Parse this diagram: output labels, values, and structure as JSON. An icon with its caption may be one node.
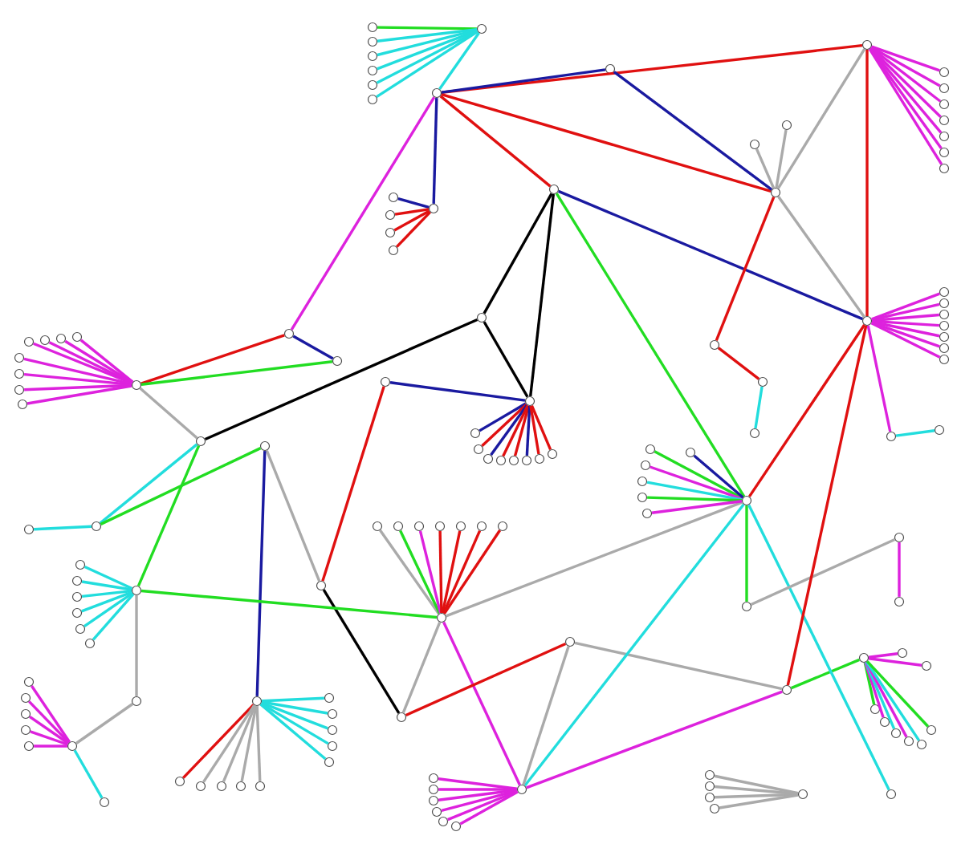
{
  "diagram": {
    "nodes": [
      {
        "text": [],
        "shape": "circle"
      },
      {
        "text": [],
        "shape": "circle"
      },
      {
        "text": [],
        "shape": "circle"
      },
      {
        "text": [],
        "shape": "circle"
      },
      {
        "text": [],
        "shape": "circle"
      },
      {
        "text": [],
        "shape": "circle"
      },
      {
        "text": [],
        "shape": "circle"
      },
      {
        "text": [],
        "shape": "circle"
      },
      {
        "text": [],
        "shape": "circle"
      },
      {
        "text": [],
        "shape": "circle"
      },
      {
        "text": [],
        "shape": "circle"
      },
      {
        "text": [],
        "shape": "circle"
      },
      {
        "text": [],
        "shape": "circle"
      },
      {
        "text": [],
        "shape": "circle"
      },
      {
        "text": [],
        "shape": "circle"
      },
      {
        "text": [],
        "shape": "circle"
      },
      {
        "text": [],
        "shape": "circle"
      },
      {
        "text": [],
        "shape": "circle"
      },
      {
        "text": [],
        "shape": "circle"
      },
      {
        "text": [],
        "shape": "circle"
      },
      {
        "text": [],
        "shape": "circle"
      },
      {
        "text": [],
        "shape": "circle"
      },
      {
        "text": [],
        "shape": "circle"
      },
      {
        "text": [],
        "shape": "circle"
      },
      {
        "text": [],
        "shape": "circle"
      },
      {
        "text": [],
        "shape": "circle"
      },
      {
        "text": [],
        "shape": "circle"
      },
      {
        "text": [],
        "shape": "circle"
      },
      {
        "text": [],
        "shape": "circle"
      },
      {
        "text": [],
        "shape": "circle"
      },
      {
        "text": [],
        "shape": "circle"
      },
      {
        "text": [],
        "shape": "circle"
      },
      {
        "text": [],
        "shape": "circle"
      },
      {
        "text": [],
        "shape": "circle"
      },
      {
        "text": [],
        "shape": "circle"
      },
      {
        "text": [],
        "shape": "circle"
      },
      {
        "text": [],
        "shape": "circle"
      },
      {
        "text": [],
        "shape": "circle"
      },
      {
        "text": [],
        "shape": "circle"
      },
      {
        "text": [],
        "shape": "circle"
      },
      {
        "text": [],
        "shape": "circle"
      },
      {
        "text": [],
        "shape": "circle"
      },
      {
        "text": [],
        "shape": "circle"
      },
      {
        "text": [],
        "shape": "circle"
      },
      {
        "text": [],
        "shape": "circle"
      },
      {
        "text": [],
        "shape": "circle"
      },
      {
        "text": [],
        "shape": "circle"
      },
      {
        "text": [],
        "shape": "circle"
      },
      {
        "text": [],
        "shape": "circle"
      },
      {
        "text": [],
        "shape": "circle"
      },
      {
        "text": [],
        "shape": "circle"
      },
      {
        "text": [],
        "shape": "circle"
      },
      {
        "text": [],
        "shape": "circle"
      },
      {
        "text": [],
        "shape": "circle"
      },
      {
        "text": [],
        "shape": "circle"
      },
      {
        "text": [],
        "shape": "circle"
      },
      {
        "text": [],
        "shape": "circle"
      },
      {
        "text": [],
        "shape": "circle"
      },
      {
        "text": [],
        "shape": "circle"
      },
      {
        "text": [],
        "shape": "circle"
      },
      {
        "text": [],
        "shape": "circle"
      },
      {
        "text": [],
        "shape": "circle"
      },
      {
        "text": [],
        "shape": "circle"
      },
      {
        "text": [],
        "shape": "circle"
      },
      {
        "text": [],
        "shape": "circle"
      },
      {
        "text": [],
        "shape": "circle"
      },
      {
        "text": [],
        "shape": "circle"
      },
      {
        "text": [],
        "shape": "circle"
      },
      {
        "text": [],
        "shape": "circle"
      },
      {
        "text": [],
        "shape": "circle"
      },
      {
        "text": [],
        "shape": "circle"
      },
      {
        "text": [],
        "shape": "circle"
      },
      {
        "text": [],
        "shape": "circle"
      },
      {
        "text": [],
        "shape": "circle"
      },
      {
        "text": [],
        "shape": "circle"
      },
      {
        "text": [],
        "shape": "circle"
      },
      {
        "text": [],
        "shape": "circle"
      },
      {
        "text": [],
        "shape": "circle"
      },
      {
        "text": [],
        "shape": "circle"
      },
      {
        "text": [],
        "shape": "circle"
      },
      {
        "text": [],
        "shape": "circle"
      },
      {
        "text": [],
        "shape": "circle"
      },
      {
        "text": [],
        "shape": "circle"
      },
      {
        "text": [],
        "shape": "circle"
      },
      {
        "text": [],
        "shape": "circle"
      },
      {
        "text": [],
        "shape": "circle"
      },
      {
        "text": [],
        "shape": "circle"
      },
      {
        "text": [],
        "shape": "circle"
      },
      {
        "text": [],
        "shape": "circle"
      },
      {
        "text": [],
        "shape": "circle"
      },
      {
        "text": [],
        "shape": "circle"
      },
      {
        "text": [],
        "shape": "circle"
      },
      {
        "text": [],
        "shape": "circle"
      },
      {
        "text": [],
        "shape": "circle"
      },
      {
        "text": [],
        "shape": "circle"
      },
      {
        "text": [],
        "shape": "circle"
      },
      {
        "text": [],
        "shape": "circle"
      },
      {
        "text": [],
        "shape": "circle"
      },
      {
        "text": [],
        "shape": "circle"
      },
      {
        "text": [],
        "shape": "circle"
      },
      {
        "text": [],
        "shape": "circle"
      },
      {
        "text": [],
        "shape": "circle"
      },
      {
        "text": [],
        "shape": "circle"
      },
      {
        "text": [],
        "shape": "circle"
      },
      {
        "text": [],
        "shape": "circle"
      },
      {
        "text": [],
        "shape": "circle"
      },
      {
        "text": [],
        "shape": "circle"
      },
      {
        "text": [],
        "shape": "circle"
      },
      {
        "text": [],
        "shape": "circle"
      },
      {
        "text": [],
        "shape": "circle"
      },
      {
        "text": [],
        "shape": "circle"
      },
      {
        "text": [],
        "shape": "circle"
      },
      {
        "text": [],
        "shape": "circle"
      },
      {
        "text": [],
        "shape": "circle"
      },
      {
        "text": [],
        "shape": "circle"
      },
      {
        "text": [],
        "shape": "circle"
      },
      {
        "text": [],
        "shape": "circle"
      },
      {
        "text": [],
        "shape": "circle"
      },
      {
        "text": [],
        "shape": "circle"
      },
      {
        "text": [],
        "shape": "circle"
      },
      {
        "text": [],
        "shape": "circle"
      },
      {
        "text": [],
        "shape": "circle"
      },
      {
        "text": [],
        "shape": "circle"
      },
      {
        "text": [],
        "shape": "circle"
      },
      {
        "text": [],
        "shape": "circle"
      },
      {
        "text": [],
        "shape": "circle"
      },
      {
        "text": [],
        "shape": "circle"
      },
      {
        "text": [],
        "shape": "circle"
      },
      {
        "text": [],
        "shape": "circle"
      },
      {
        "text": [],
        "shape": "circle"
      },
      {
        "text": [],
        "shape": "circle"
      },
      {
        "text": [],
        "shape": "circle"
      },
      {
        "text": [],
        "shape": "circle"
      },
      {
        "text": [],
        "shape": "circle"
      },
      {
        "text": [],
        "shape": "circle"
      }
    ],
    "edges": [
      {
        "from": 0,
        "to": 2,
        "arrow": "none",
        "color": "#e01010"
      },
      {
        "from": 0,
        "to": 3,
        "arrow": "none",
        "color": "#e01010"
      },
      {
        "from": 0,
        "to": 4,
        "arrow": "none",
        "color": "#e01010"
      },
      {
        "from": 0,
        "to": 6,
        "arrow": "none",
        "color": "#dd22dd"
      },
      {
        "from": 0,
        "to": 1,
        "arrow": "none",
        "color": "#1a1aa0"
      },
      {
        "from": 1,
        "to": 3,
        "arrow": "none",
        "color": "#1a1aa0"
      },
      {
        "from": 2,
        "to": 3,
        "arrow": "none",
        "color": "#aaaaaa"
      },
      {
        "from": 2,
        "to": 5,
        "arrow": "none",
        "color": "#e01010"
      },
      {
        "from": 3,
        "to": 5,
        "arrow": "none",
        "color": "#aaaaaa"
      },
      {
        "from": 4,
        "to": 5,
        "arrow": "none",
        "color": "#1a1aa0"
      },
      {
        "from": 4,
        "to": 10,
        "arrow": "none",
        "color": "#000000"
      },
      {
        "from": 4,
        "to": 38,
        "arrow": "none",
        "color": "#000000"
      },
      {
        "from": 38,
        "to": 10,
        "arrow": "none",
        "color": "#000000"
      },
      {
        "from": 38,
        "to": 9,
        "arrow": "none",
        "color": "#000000"
      },
      {
        "from": 6,
        "to": 8,
        "arrow": "none",
        "color": "#e01010"
      },
      {
        "from": 6,
        "to": 7,
        "arrow": "none",
        "color": "#1a1aa0"
      },
      {
        "from": 8,
        "to": 7,
        "arrow": "none",
        "color": "#22dd22"
      },
      {
        "from": 8,
        "to": 9,
        "arrow": "none",
        "color": "#aaaaaa"
      },
      {
        "from": 9,
        "to": 14,
        "arrow": "none",
        "color": "#22dddd"
      },
      {
        "from": 14,
        "to": 15,
        "arrow": "none",
        "color": "#22dddd"
      },
      {
        "from": 9,
        "to": 16,
        "arrow": "none",
        "color": "#22dd22"
      },
      {
        "from": 14,
        "to": 11,
        "arrow": "none",
        "color": "#22dd22"
      },
      {
        "from": 11,
        "to": 18,
        "arrow": "none",
        "color": "#aaaaaa"
      },
      {
        "from": 11,
        "to": 30,
        "arrow": "none",
        "color": "#1a1aa0"
      },
      {
        "from": 18,
        "to": 19,
        "arrow": "none",
        "color": "#000000"
      },
      {
        "from": 12,
        "to": 18,
        "arrow": "none",
        "color": "#e01010"
      },
      {
        "from": 12,
        "to": 10,
        "arrow": "none",
        "color": "#1a1aa0"
      },
      {
        "from": 16,
        "to": 17,
        "arrow": "none",
        "color": "#22dd22"
      },
      {
        "from": 17,
        "to": 13,
        "arrow": "none",
        "color": "#aaaaaa"
      },
      {
        "from": 17,
        "to": 19,
        "arrow": "none",
        "color": "#aaaaaa"
      },
      {
        "from": 17,
        "to": 29,
        "arrow": "none",
        "color": "#dd22dd"
      },
      {
        "from": 19,
        "to": 20,
        "arrow": "none",
        "color": "#e01010"
      },
      {
        "from": 20,
        "to": 26,
        "arrow": "none",
        "color": "#aaaaaa"
      },
      {
        "from": 26,
        "to": 27,
        "arrow": "none",
        "color": "#22dd22"
      },
      {
        "from": 26,
        "to": 29,
        "arrow": "none",
        "color": "#dd22dd"
      },
      {
        "from": 13,
        "to": 4,
        "arrow": "none",
        "color": "#22dd22"
      },
      {
        "from": 13,
        "to": 21,
        "arrow": "none",
        "color": "#22dd22"
      },
      {
        "from": 13,
        "to": 29,
        "arrow": "none",
        "color": "#22dddd"
      },
      {
        "from": 13,
        "to": 28,
        "arrow": "none",
        "color": "#22dddd"
      },
      {
        "from": 21,
        "to": 22,
        "arrow": "none",
        "color": "#aaaaaa"
      },
      {
        "from": 22,
        "to": 23,
        "arrow": "none",
        "color": "#dd22dd"
      },
      {
        "from": 5,
        "to": 25,
        "arrow": "none",
        "color": "#dd22dd"
      },
      {
        "from": 25,
        "to": 24,
        "arrow": "none",
        "color": "#22dddd"
      },
      {
        "from": 5,
        "to": 26,
        "arrow": "none",
        "color": "#e01010"
      },
      {
        "from": 5,
        "to": 13,
        "arrow": "none",
        "color": "#e01010"
      },
      {
        "from": 3,
        "to": 40,
        "arrow": "none",
        "color": "#e01010"
      },
      {
        "from": 40,
        "to": 36,
        "arrow": "none",
        "color": "#e01010"
      },
      {
        "from": 36,
        "to": 37,
        "arrow": "none",
        "color": "#22dddd"
      },
      {
        "from": 30,
        "to": 34,
        "arrow": "none",
        "color": "#e01010"
      },
      {
        "from": 16,
        "to": 31,
        "arrow": "none",
        "color": "#aaaaaa"
      },
      {
        "from": 31,
        "to": 32,
        "arrow": "none",
        "color": "#aaaaaa"
      },
      {
        "from": 32,
        "to": 33,
        "arrow": "none",
        "color": "#22dddd"
      },
      {
        "from": 29,
        "to": 20,
        "arrow": "none",
        "color": "#aaaaaa"
      },
      {
        "from": 35,
        "to": 0,
        "arrow": "none",
        "color": "#22dddd"
      },
      {
        "from": 39,
        "to": 0,
        "arrow": "none",
        "color": "#1a1aa0"
      },
      {
        "from": 41,
        "to": 3,
        "arrow": "none",
        "color": "#aaaaaa"
      },
      {
        "from": 42,
        "to": 3,
        "arrow": "none",
        "color": "#aaaaaa"
      },
      {
        "from": 35,
        "to": 44,
        "arrow": "none",
        "color": "#22dd22"
      },
      {
        "from": 35,
        "to": 45,
        "arrow": "none",
        "color": "#22dddd"
      },
      {
        "from": 35,
        "to": 46,
        "arrow": "none",
        "color": "#22dddd"
      },
      {
        "from": 35,
        "to": 47,
        "arrow": "none",
        "color": "#22dddd"
      },
      {
        "from": 35,
        "to": 48,
        "arrow": "none",
        "color": "#22dddd"
      },
      {
        "from": 35,
        "to": 49,
        "arrow": "none",
        "color": "#22dddd"
      },
      {
        "from": 2,
        "to": 50,
        "arrow": "none",
        "color": "#dd22dd"
      },
      {
        "from": 2,
        "to": 51,
        "arrow": "none",
        "color": "#dd22dd"
      },
      {
        "from": 2,
        "to": 52,
        "arrow": "none",
        "color": "#dd22dd"
      },
      {
        "from": 2,
        "to": 53,
        "arrow": "none",
        "color": "#dd22dd"
      },
      {
        "from": 2,
        "to": 54,
        "arrow": "none",
        "color": "#dd22dd"
      },
      {
        "from": 2,
        "to": 55,
        "arrow": "none",
        "color": "#dd22dd"
      },
      {
        "from": 2,
        "to": 56,
        "arrow": "none",
        "color": "#dd22dd"
      },
      {
        "from": 39,
        "to": 57,
        "arrow": "none",
        "color": "#1a1aa0"
      },
      {
        "from": 39,
        "to": 58,
        "arrow": "none",
        "color": "#e01010"
      },
      {
        "from": 39,
        "to": 59,
        "arrow": "none",
        "color": "#e01010"
      },
      {
        "from": 39,
        "to": 60,
        "arrow": "none",
        "color": "#e01010"
      },
      {
        "from": 8,
        "to": 61,
        "arrow": "none",
        "color": "#dd22dd"
      },
      {
        "from": 8,
        "to": 62,
        "arrow": "none",
        "color": "#dd22dd"
      },
      {
        "from": 8,
        "to": 63,
        "arrow": "none",
        "color": "#dd22dd"
      },
      {
        "from": 8,
        "to": 64,
        "arrow": "none",
        "color": "#dd22dd"
      },
      {
        "from": 8,
        "to": 65,
        "arrow": "none",
        "color": "#dd22dd"
      },
      {
        "from": 8,
        "to": 66,
        "arrow": "none",
        "color": "#dd22dd"
      },
      {
        "from": 8,
        "to": 67,
        "arrow": "none",
        "color": "#dd22dd"
      },
      {
        "from": 8,
        "to": 68,
        "arrow": "none",
        "color": "#dd22dd"
      },
      {
        "from": 10,
        "to": 69,
        "arrow": "none",
        "color": "#1a1aa0"
      },
      {
        "from": 10,
        "to": 70,
        "arrow": "none",
        "color": "#e01010"
      },
      {
        "from": 10,
        "to": 71,
        "arrow": "none",
        "color": "#1a1aa0"
      },
      {
        "from": 10,
        "to": 72,
        "arrow": "none",
        "color": "#e01010"
      },
      {
        "from": 10,
        "to": 73,
        "arrow": "none",
        "color": "#e01010"
      },
      {
        "from": 10,
        "to": 74,
        "arrow": "none",
        "color": "#1a1aa0"
      },
      {
        "from": 10,
        "to": 75,
        "arrow": "none",
        "color": "#e01010"
      },
      {
        "from": 10,
        "to": 76,
        "arrow": "none",
        "color": "#e01010"
      },
      {
        "from": 5,
        "to": 77,
        "arrow": "none",
        "color": "#dd22dd"
      },
      {
        "from": 5,
        "to": 78,
        "arrow": "none",
        "color": "#dd22dd"
      },
      {
        "from": 5,
        "to": 79,
        "arrow": "none",
        "color": "#dd22dd"
      },
      {
        "from": 5,
        "to": 80,
        "arrow": "none",
        "color": "#dd22dd"
      },
      {
        "from": 5,
        "to": 81,
        "arrow": "none",
        "color": "#dd22dd"
      },
      {
        "from": 5,
        "to": 82,
        "arrow": "none",
        "color": "#dd22dd"
      },
      {
        "from": 5,
        "to": 83,
        "arrow": "none",
        "color": "#dd22dd"
      },
      {
        "from": 13,
        "to": 84,
        "arrow": "none",
        "color": "#22dd22"
      },
      {
        "from": 13,
        "to": 85,
        "arrow": "none",
        "color": "#dd22dd"
      },
      {
        "from": 13,
        "to": 86,
        "arrow": "none",
        "color": "#22dddd"
      },
      {
        "from": 13,
        "to": 87,
        "arrow": "none",
        "color": "#22dd22"
      },
      {
        "from": 13,
        "to": 88,
        "arrow": "none",
        "color": "#dd22dd"
      },
      {
        "from": 13,
        "to": 89,
        "arrow": "none",
        "color": "#1a1aa0"
      },
      {
        "from": 16,
        "to": 90,
        "arrow": "none",
        "color": "#22dddd"
      },
      {
        "from": 16,
        "to": 91,
        "arrow": "none",
        "color": "#22dddd"
      },
      {
        "from": 16,
        "to": 92,
        "arrow": "none",
        "color": "#22dddd"
      },
      {
        "from": 16,
        "to": 93,
        "arrow": "none",
        "color": "#22dddd"
      },
      {
        "from": 16,
        "to": 94,
        "arrow": "none",
        "color": "#22dddd"
      },
      {
        "from": 16,
        "to": 95,
        "arrow": "none",
        "color": "#22dddd"
      },
      {
        "from": 17,
        "to": 96,
        "arrow": "none",
        "color": "#aaaaaa"
      },
      {
        "from": 17,
        "to": 97,
        "arrow": "none",
        "color": "#22dd22"
      },
      {
        "from": 17,
        "to": 98,
        "arrow": "none",
        "color": "#dd22dd"
      },
      {
        "from": 17,
        "to": 99,
        "arrow": "none",
        "color": "#e01010"
      },
      {
        "from": 17,
        "to": 100,
        "arrow": "none",
        "color": "#e01010"
      },
      {
        "from": 17,
        "to": 101,
        "arrow": "none",
        "color": "#e01010"
      },
      {
        "from": 17,
        "to": 102,
        "arrow": "none",
        "color": "#e01010"
      },
      {
        "from": 32,
        "to": 103,
        "arrow": "none",
        "color": "#dd22dd"
      },
      {
        "from": 32,
        "to": 104,
        "arrow": "none",
        "color": "#dd22dd"
      },
      {
        "from": 32,
        "to": 105,
        "arrow": "none",
        "color": "#dd22dd"
      },
      {
        "from": 32,
        "to": 106,
        "arrow": "none",
        "color": "#dd22dd"
      },
      {
        "from": 32,
        "to": 107,
        "arrow": "none",
        "color": "#dd22dd"
      },
      {
        "from": 30,
        "to": 108,
        "arrow": "none",
        "color": "#22dddd"
      },
      {
        "from": 30,
        "to": 109,
        "arrow": "none",
        "color": "#22dddd"
      },
      {
        "from": 30,
        "to": 110,
        "arrow": "none",
        "color": "#22dddd"
      },
      {
        "from": 30,
        "to": 111,
        "arrow": "none",
        "color": "#22dddd"
      },
      {
        "from": 30,
        "to": 112,
        "arrow": "none",
        "color": "#22dddd"
      },
      {
        "from": 30,
        "to": 113,
        "arrow": "none",
        "color": "#aaaaaa"
      },
      {
        "from": 30,
        "to": 114,
        "arrow": "none",
        "color": "#aaaaaa"
      },
      {
        "from": 30,
        "to": 115,
        "arrow": "none",
        "color": "#aaaaaa"
      },
      {
        "from": 30,
        "to": 116,
        "arrow": "none",
        "color": "#aaaaaa"
      },
      {
        "from": 27,
        "to": 117,
        "arrow": "none",
        "color": "#22dd22"
      },
      {
        "from": 27,
        "to": 118,
        "arrow": "none",
        "color": "#dd22dd"
      },
      {
        "from": 27,
        "to": 119,
        "arrow": "none",
        "color": "#22dddd"
      },
      {
        "from": 27,
        "to": 120,
        "arrow": "none",
        "color": "#dd22dd"
      },
      {
        "from": 27,
        "to": 121,
        "arrow": "none",
        "color": "#22dddd"
      },
      {
        "from": 27,
        "to": 122,
        "arrow": "none",
        "color": "#22dd22"
      },
      {
        "from": 27,
        "to": 123,
        "arrow": "none",
        "color": "#dd22dd"
      },
      {
        "from": 27,
        "to": 124,
        "arrow": "none",
        "color": "#dd22dd"
      },
      {
        "from": 29,
        "to": 125,
        "arrow": "none",
        "color": "#dd22dd"
      },
      {
        "from": 29,
        "to": 126,
        "arrow": "none",
        "color": "#dd22dd"
      },
      {
        "from": 29,
        "to": 127,
        "arrow": "none",
        "color": "#dd22dd"
      },
      {
        "from": 29,
        "to": 128,
        "arrow": "none",
        "color": "#dd22dd"
      },
      {
        "from": 29,
        "to": 129,
        "arrow": "none",
        "color": "#dd22dd"
      },
      {
        "from": 29,
        "to": 130,
        "arrow": "none",
        "color": "#dd22dd"
      },
      {
        "from": 43,
        "to": 131,
        "arrow": "none",
        "color": "#aaaaaa"
      },
      {
        "from": 43,
        "to": 132,
        "arrow": "none",
        "color": "#aaaaaa"
      },
      {
        "from": 43,
        "to": 133,
        "arrow": "none",
        "color": "#aaaaaa"
      },
      {
        "from": 43,
        "to": 134,
        "arrow": "none",
        "color": "#aaaaaa"
      }
    ]
  }
}
